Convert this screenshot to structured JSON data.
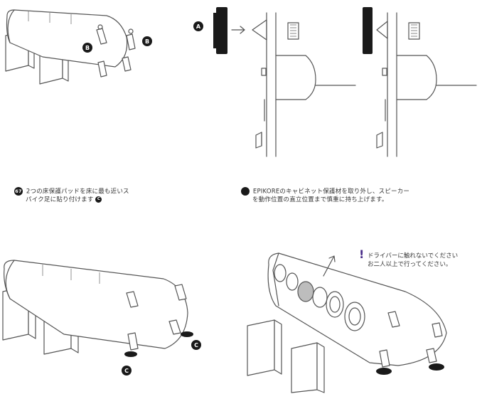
{
  "labels": {
    "a": "A",
    "b": "B",
    "c": "C"
  },
  "step67": {
    "number": "67",
    "line1": "2つの床保護パッドを床に最も近いス",
    "line2": "パイク足に貼り付けます",
    "ref": "C"
  },
  "step68": {
    "line1": "EPIKOREのキャビネット保護材を取り外し、スピーカー",
    "line2": "を動作位置の直立位置まで慎重に持ち上げます。"
  },
  "warning": {
    "mark": "!",
    "line1": "ドライバーに触れないでください",
    "line2": "お二人以上で行ってください。"
  },
  "colors": {
    "ink": "#1a1a1a",
    "line": "#555555",
    "accent": "#4a2e8a",
    "driver_highlight": "#bdbdbd"
  }
}
